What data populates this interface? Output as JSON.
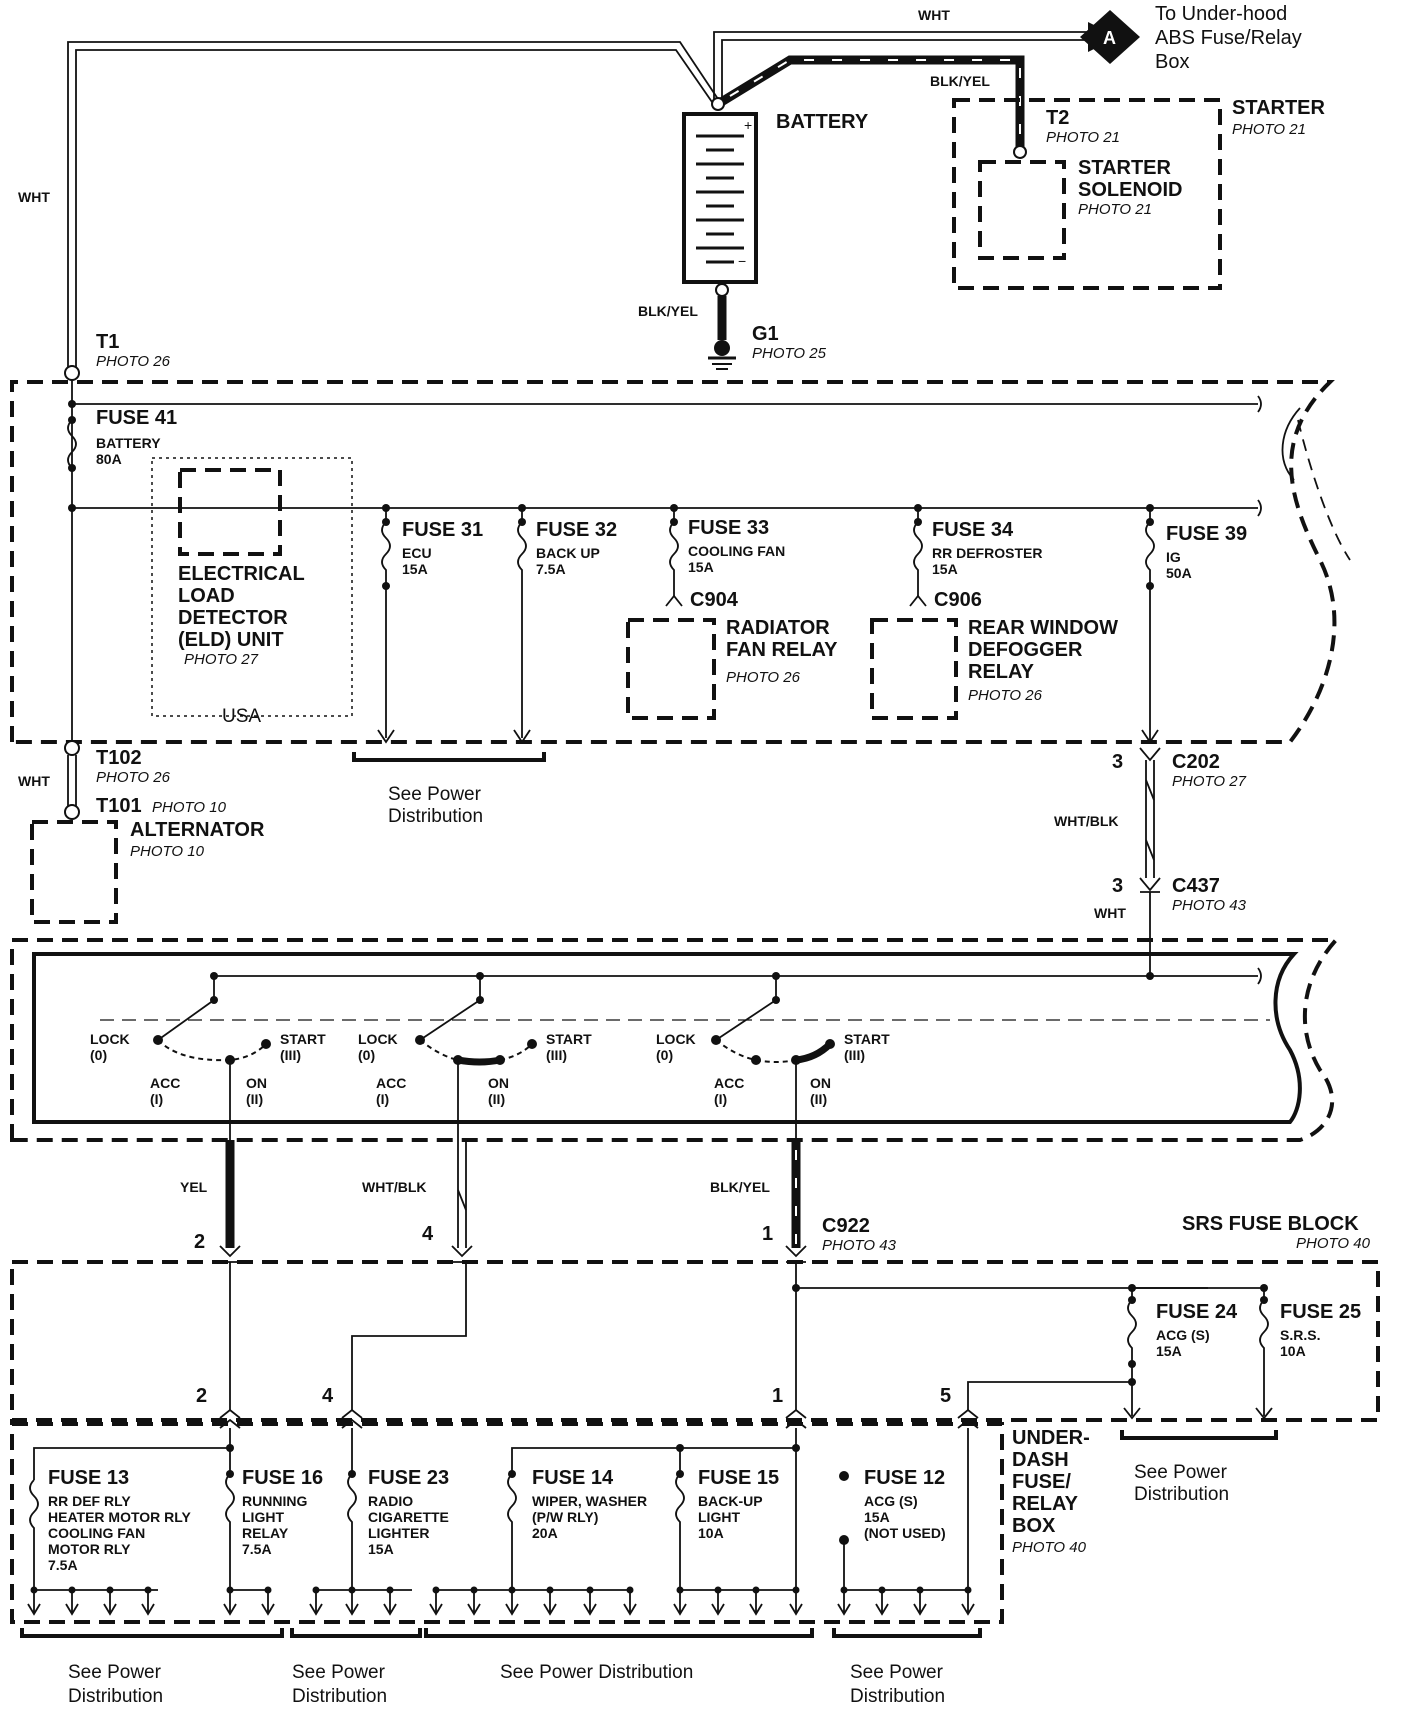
{
  "top": {
    "wht_top": "WHT",
    "wht_left": "WHT",
    "connector_a": "A",
    "to_underhood": [
      "To Under-hood",
      "ABS Fuse/Relay",
      "Box"
    ],
    "blk_yel_top": "BLK/YEL",
    "battery": "BATTERY",
    "battery_plus": "+",
    "battery_minus": "−",
    "blk_yel_gnd": "BLK/YEL",
    "g1": "G1",
    "g1_photo": "PHOTO 25",
    "t1": "T1",
    "t1_photo": "PHOTO 26",
    "t2": "T2",
    "t2_photo": "PHOTO 21",
    "starter": "STARTER",
    "starter_photo": "PHOTO 21",
    "solenoid": [
      "STARTER",
      "SOLENOID"
    ],
    "solenoid_photo": "PHOTO 21"
  },
  "underhood_box": {
    "fuse41": "FUSE 41",
    "fuse41_desc": [
      "BATTERY",
      "80A"
    ],
    "eld": [
      "ELECTRICAL",
      "LOAD",
      "DETECTOR",
      "(ELD) UNIT"
    ],
    "eld_photo": "PHOTO 27",
    "usa": "USA",
    "fuse31": "FUSE 31",
    "fuse31_desc": [
      "ECU",
      "15A"
    ],
    "fuse32": "FUSE 32",
    "fuse32_desc": [
      "BACK UP",
      "7.5A"
    ],
    "fuse33": "FUSE 33",
    "fuse33_desc": [
      "COOLING FAN",
      "15A"
    ],
    "c904": "C904",
    "radiator": [
      "RADIATOR",
      "FAN RELAY"
    ],
    "radiator_photo": "PHOTO 26",
    "fuse34": "FUSE 34",
    "fuse34_desc": [
      "RR DEFROSTER",
      "15A"
    ],
    "c906": "C906",
    "rear_window": [
      "REAR WINDOW",
      "DEFOGGER",
      "RELAY"
    ],
    "rear_window_photo": "PHOTO 26",
    "fuse39": "FUSE 39",
    "fuse39_desc": [
      "IG",
      "50A"
    ]
  },
  "middle": {
    "t102": "T102",
    "t102_photo": "PHOTO 26",
    "wht_alt": "WHT",
    "t101": "T101",
    "t101_photo": "PHOTO 10",
    "alternator": "ALTERNATOR",
    "alternator_photo": "PHOTO 10",
    "see_power_1": [
      "See Power",
      "Distribution"
    ],
    "pin3a": "3",
    "c202": "C202",
    "c202_photo": "PHOTO 27",
    "wht_blk": "WHT/BLK",
    "pin3b": "3",
    "c437": "C437",
    "c437_photo": "PHOTO 43",
    "wht_c437": "WHT"
  },
  "ignition_switch": {
    "lock": [
      "LOCK",
      "(0)"
    ],
    "start": [
      "START",
      "(III)"
    ],
    "acc": [
      "ACC",
      "(I)"
    ],
    "on": [
      "ON",
      "(II)"
    ]
  },
  "srs": {
    "yel": "YEL",
    "wht_blk": "WHT/BLK",
    "blk_yel": "BLK/YEL",
    "c922": "C922",
    "c922_photo": "PHOTO 43",
    "srs_block": "SRS FUSE BLOCK",
    "srs_photo": "PHOTO 40",
    "pin2": "2",
    "pin4": "4",
    "pin1": "1",
    "pin2b": "2",
    "pin4b": "4",
    "pin1b": "1",
    "pin5": "5",
    "fuse24": "FUSE 24",
    "fuse24_desc": [
      "ACG (S)",
      "15A"
    ],
    "fuse25": "FUSE 25",
    "fuse25_desc": [
      "S.R.S.",
      "10A"
    ],
    "see_power_srs": [
      "See Power",
      "Distribution"
    ]
  },
  "underdash": {
    "box_label": [
      "UNDER-",
      "DASH",
      "FUSE/",
      "RELAY",
      "BOX"
    ],
    "box_photo": "PHOTO 40",
    "fuse13": "FUSE 13",
    "fuse13_desc": [
      "RR DEF RLY",
      "HEATER MOTOR RLY",
      "COOLING FAN",
      "MOTOR RLY",
      "7.5A"
    ],
    "fuse16": "FUSE 16",
    "fuse16_desc": [
      "RUNNING",
      "LIGHT",
      "RELAY",
      "7.5A"
    ],
    "fuse23": "FUSE 23",
    "fuse23_desc": [
      "RADIO",
      "CIGARETTE",
      "LIGHTER",
      "15A"
    ],
    "fuse14": "FUSE 14",
    "fuse14_desc": [
      "WIPER, WASHER",
      "(P/W RLY)",
      "20A"
    ],
    "fuse15": "FUSE 15",
    "fuse15_desc": [
      "BACK-UP",
      "LIGHT",
      "10A"
    ],
    "fuse12": "FUSE 12",
    "fuse12_desc": [
      "ACG (S)",
      "15A",
      "(NOT USED)"
    ],
    "see_a": [
      "See Power",
      "Distribution"
    ],
    "see_b": [
      "See Power",
      "Distribution"
    ],
    "see_c": "See Power Distribution",
    "see_d": [
      "See Power",
      "Distribution"
    ]
  }
}
